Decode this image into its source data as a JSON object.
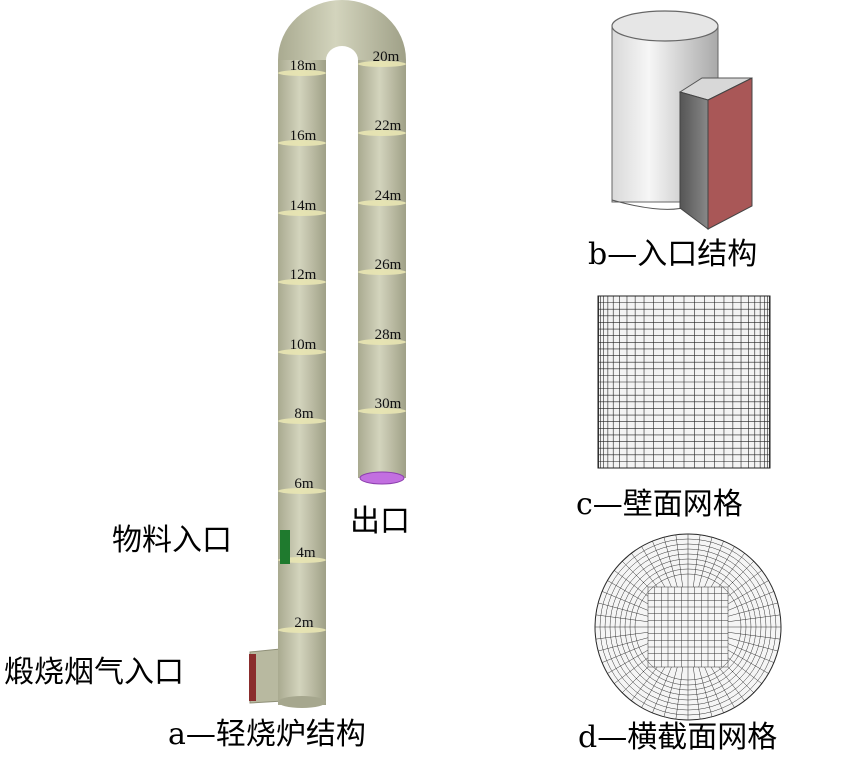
{
  "panel_a": {
    "caption": "a—轻烧炉结构",
    "labels": {
      "material_inlet": "物料入口",
      "flue_gas_inlet": "煅烧烟气入口",
      "outlet": "出口"
    },
    "riser_marks": [
      "2m",
      "4m",
      "6m",
      "8m",
      "10m",
      "12m",
      "14m",
      "16m",
      "18m"
    ],
    "downcomer_marks": [
      "20m",
      "22m",
      "24m",
      "26m",
      "28m",
      "30m"
    ]
  },
  "panel_b": {
    "caption": "b—入口结构"
  },
  "panel_c": {
    "caption": "c—壁面网格"
  },
  "panel_d": {
    "caption": "d—横截面网格"
  },
  "colors": {
    "pipe": "#c8c9b0",
    "pipe_dark": "#9b9c84",
    "band": "#e9e6b3",
    "material_inlet": "#1f7a2e",
    "flue_inlet": "#8a2d2d",
    "outlet": "#c26fe0",
    "inlet_face": "#a95757",
    "mesh": "#222222"
  }
}
